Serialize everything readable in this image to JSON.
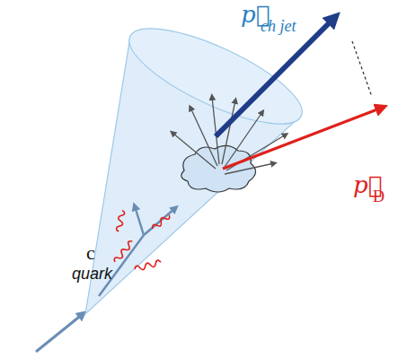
{
  "diagram": {
    "labels": [
      "p⃗",
      "ch jet",
      "p⃗",
      "D",
      "c",
      "quark"
    ]
  }
}
